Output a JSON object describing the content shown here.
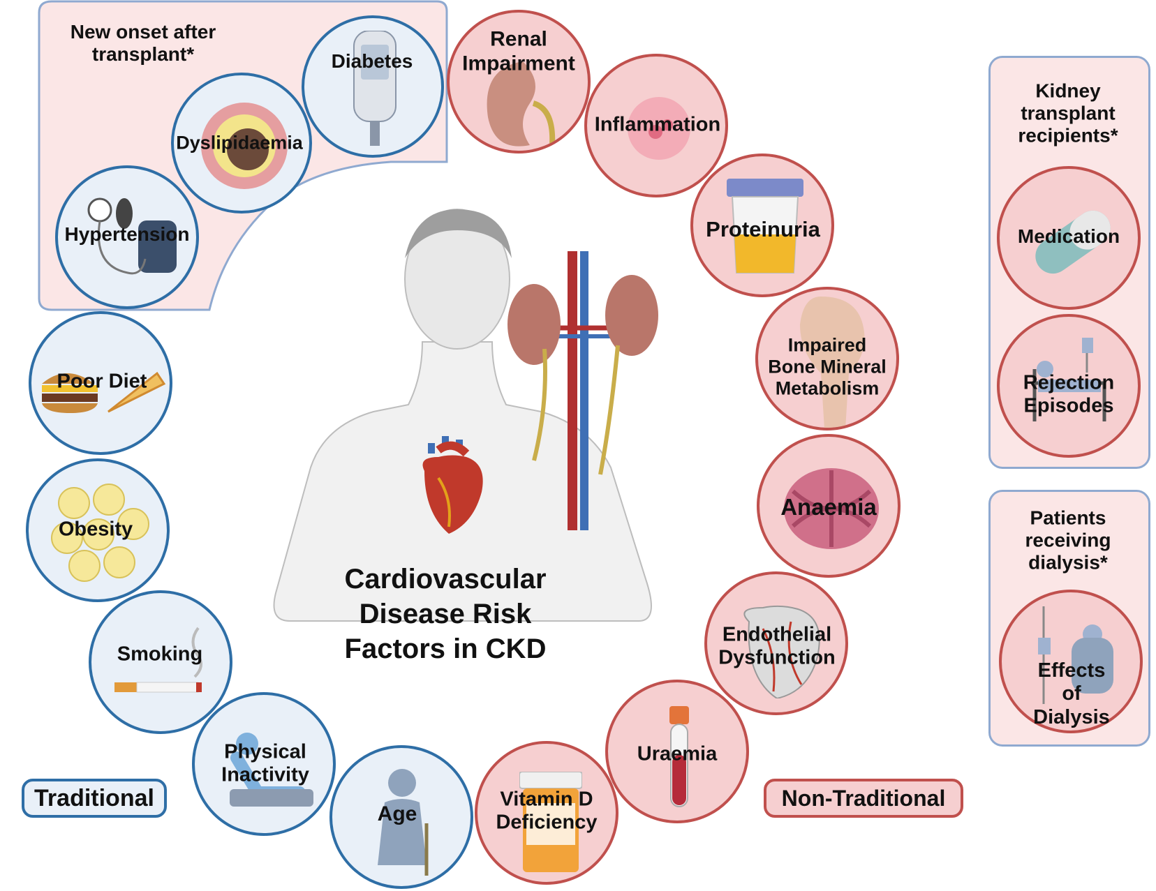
{
  "title": "Cardiovascular\nDisease Risk\nFactors in CKD",
  "legend": {
    "traditional": "Traditional",
    "non_traditional": "Non-Traditional"
  },
  "colors": {
    "traditional_border": "#2e6ea6",
    "traditional_fill": "#e9f0f8",
    "traditional_panel": "#8fa9d0",
    "nontraditional_border": "#c0504d",
    "nontraditional_fill": "#f6cfd0",
    "panel_fill": "#fbe6e6"
  },
  "new_onset_panel": {
    "heading": "New onset after\ntransplant*",
    "items": [
      "Diabetes",
      "Dyslipidaemia",
      "Hypertension"
    ]
  },
  "traditional_factors": [
    "Poor Diet",
    "Obesity",
    "Smoking",
    "Physical\nInactivity",
    "Age"
  ],
  "non_traditional_factors": [
    "Renal\nImpairment",
    "Inflammation",
    "Proteinuria",
    "Impaired\nBone Mineral\nMetabolism",
    "Anaemia",
    "Endothelial\nDysfunction",
    "Uraemia",
    "Vitamin D\nDeficiency"
  ],
  "transplant_panel": {
    "heading": "Kidney\ntransplant\nrecipients*",
    "items": [
      "Medication",
      "Rejection\nEpisodes"
    ]
  },
  "dialysis_panel": {
    "heading": "Patients\nreceiving\ndialysis*",
    "items": [
      "Effects of\nDialysis"
    ]
  },
  "icons": [
    "glucose-meter-icon",
    "artery-plaque-icon",
    "blood-pressure-cuff-icon",
    "burger-pizza-icon",
    "fat-cells-icon",
    "cigarette-icon",
    "reclining-person-icon",
    "elderly-person-icon",
    "kidney-icon",
    "inflamed-tissue-icon",
    "urine-sample-cup-icon",
    "bone-icon",
    "red-blood-cell-icon",
    "heart-vessels-icon",
    "blood-tube-icon",
    "pill-bottle-icon",
    "capsule-icon",
    "hospital-bed-icon",
    "dialysis-chair-icon",
    "human-torso-icon",
    "heart-icon",
    "kidneys-icon"
  ]
}
